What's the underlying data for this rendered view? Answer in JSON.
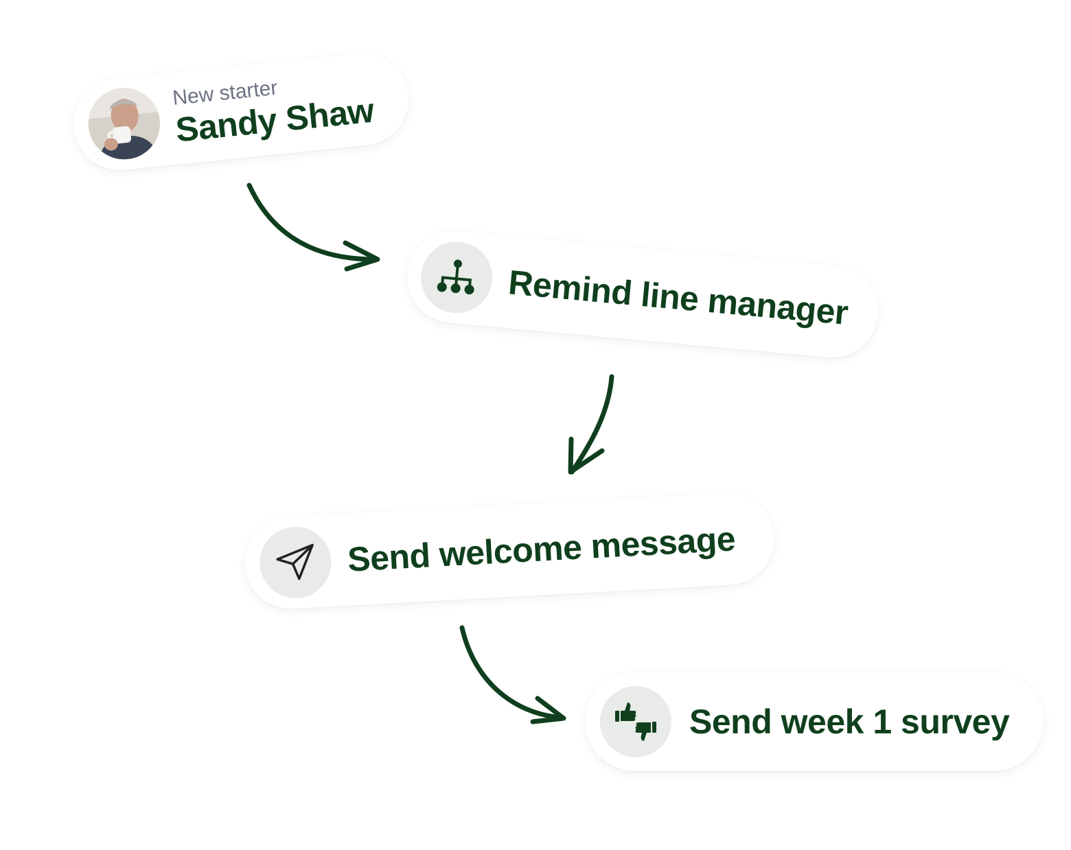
{
  "colors": {
    "brand_green": "#0f3f1d",
    "icon_bg": "#e8ebe8",
    "muted_text": "#6b7280"
  },
  "starter": {
    "subtitle": "New starter",
    "name": "Sandy Shaw"
  },
  "steps": [
    {
      "icon": "org-chart-icon",
      "label": "Remind line manager"
    },
    {
      "icon": "paper-plane-icon",
      "label": "Send welcome message"
    },
    {
      "icon": "thumbs-up-down-icon",
      "label": "Send week 1 survey"
    }
  ]
}
